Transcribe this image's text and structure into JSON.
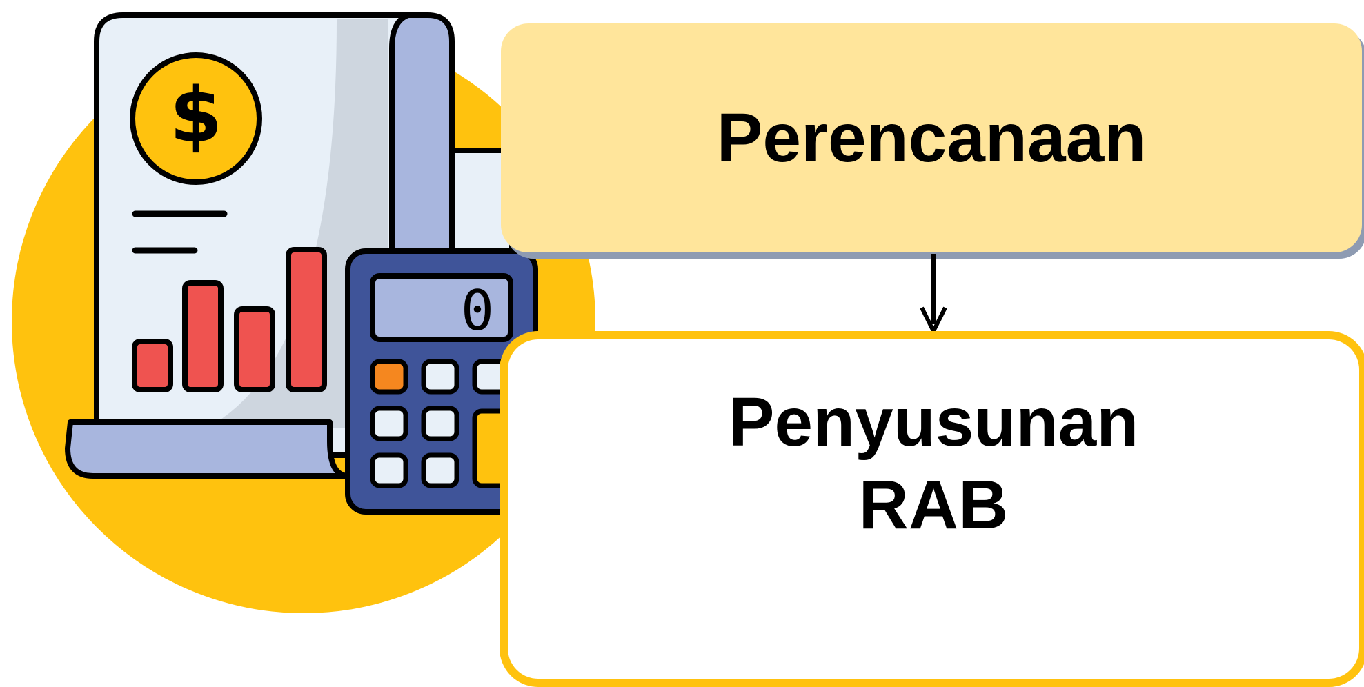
{
  "diagram": {
    "steps": [
      {
        "label": "Perencanaan"
      },
      {
        "label_line1": "Penyusunan",
        "label_line2": "RAB"
      }
    ],
    "calculator_display": "0",
    "document_symbol": "$"
  },
  "colors": {
    "yellow": "#FFC20E",
    "pale_yellow": "#FFE59B",
    "navy": "#3F5499",
    "lavender": "#A8B6DE",
    "bar_red": "#EF5350",
    "paper": "#E8F0F8",
    "orange_key": "#F5871F"
  },
  "icons": [
    "budget-report-icon",
    "calculator-icon",
    "dollar-coin-icon",
    "bar-chart-icon"
  ]
}
